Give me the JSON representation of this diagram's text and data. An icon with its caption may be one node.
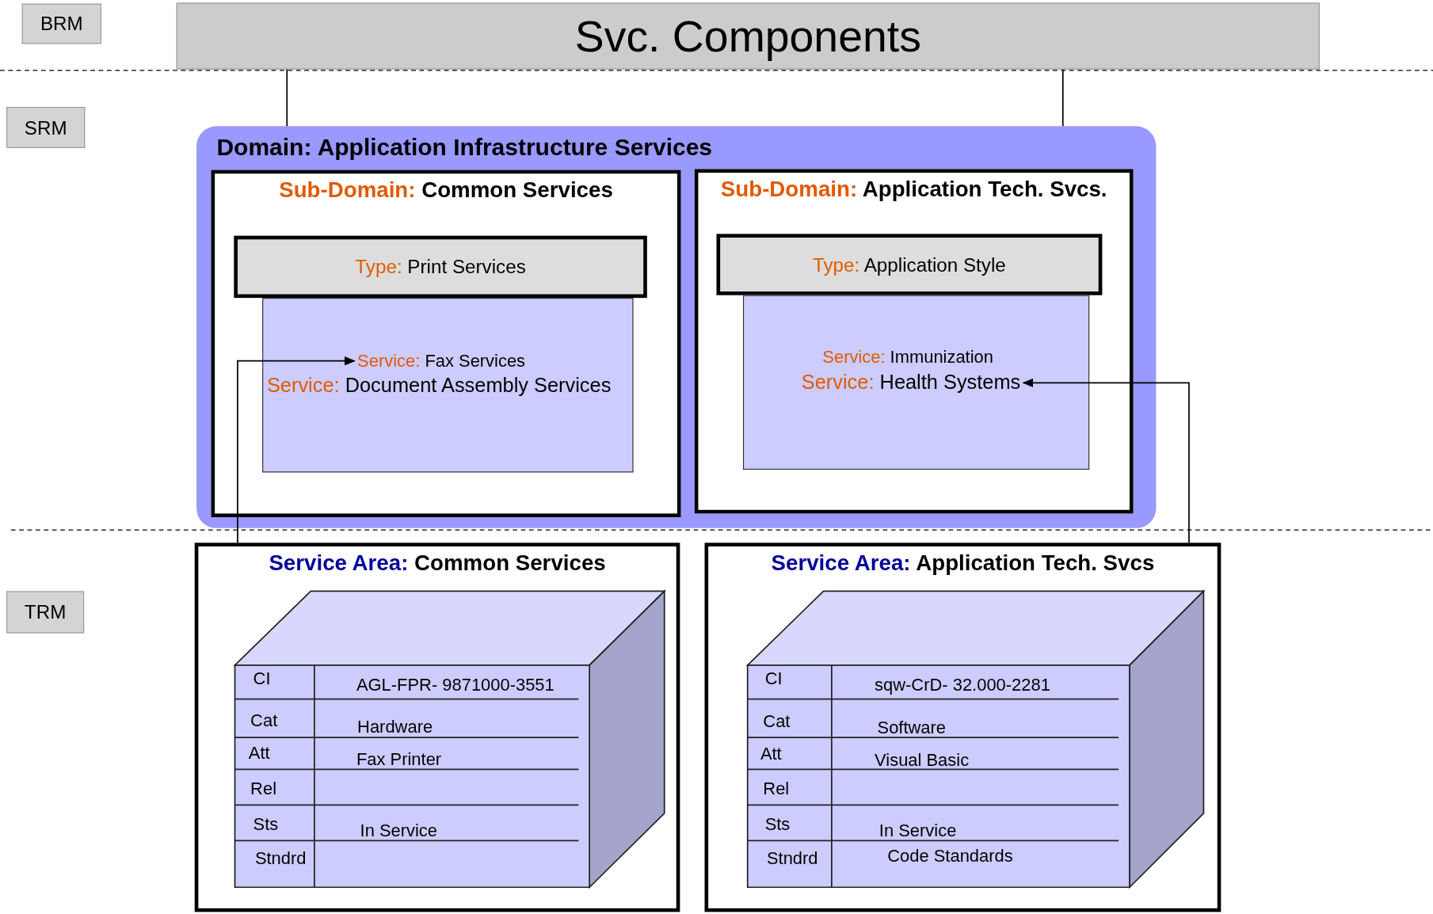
{
  "diagram": {
    "nodes": [
      {
        "text": [
          "BRM"
        ]
      },
      {
        "text": [
          "Svc. Components"
        ]
      },
      {
        "text": [
          "SRM"
        ]
      },
      {
        "text": [
          "Domain: Application Infrastructure Services"
        ]
      },
      {
        "text": [
          "Sub-Domain: Common Services"
        ],
        "in": 3
      },
      {
        "text": [
          "Type: Print Services"
        ],
        "in": 4
      },
      {
        "text": [],
        "shape": "box",
        "in": 4
      },
      {
        "text": [
          "Service: Fax Services"
        ],
        "in": 6
      },
      {
        "text": [
          "Service: Document Assembly Services"
        ],
        "in": 6
      },
      {
        "text": [
          "Sub-Domain: Application Tech. Svcs."
        ],
        "in": 3
      },
      {
        "text": [
          "Type: Application Style"
        ],
        "in": 9
      },
      {
        "text": [],
        "shape": "box",
        "in": 9
      },
      {
        "text": [
          "Service: Immunization"
        ],
        "in": 11
      },
      {
        "text": [
          "Service: Health Systems"
        ],
        "in": 11
      },
      {
        "text": [
          "TRM"
        ]
      },
      {
        "text": [
          "Service Area: Common Services"
        ]
      },
      {
        "text": [
          "Service Area: Application Tech. Svcs"
        ]
      }
    ],
    "edges": [
      {
        "from": 1,
        "to": 3,
        "arrow": "none"
      },
      {
        "from": 1,
        "to": 3,
        "arrow": "none"
      },
      {
        "from": 15,
        "to": 7,
        "arrow": "to"
      },
      {
        "from": 16,
        "to": 13,
        "arrow": "to"
      }
    ],
    "labels": [
      "CI",
      "AGL-FPR- 9871000-3551",
      "Cat",
      "Hardware",
      "Att",
      "Fax Printer",
      "Rel",
      "Sts",
      "In Service",
      "Stndrd",
      "CI",
      "sqw-CrD- 32.000-2281",
      "Cat",
      "Software",
      "Att",
      "Visual Basic",
      "Rel",
      "Sts",
      "In Service",
      "Stndrd",
      "Code Standards"
    ]
  }
}
